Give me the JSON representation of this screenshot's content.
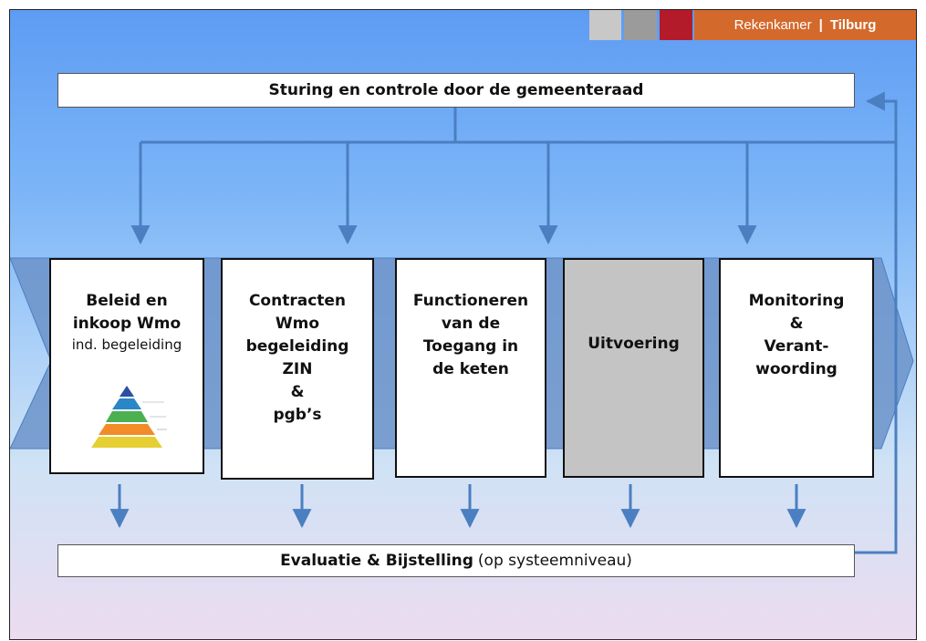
{
  "header": {
    "org": "Rekenkamer",
    "separator": "|",
    "city": "Tilburg",
    "swatch_colors": [
      "#c8c8c8",
      "#9b9b9b",
      "#b31b2a",
      "#d4692c"
    ]
  },
  "top_bar": "Sturing en controle door de gemeenteraad",
  "steps": [
    {
      "lines": [
        "Beleid en",
        "inkoop Wmo"
      ],
      "sub": "ind. begeleiding",
      "icon": "pyramid-icon"
    },
    {
      "lines": [
        "Contracten",
        "Wmo",
        "begeleiding",
        "ZIN",
        "&",
        "pgb’s"
      ]
    },
    {
      "lines": [
        "Functioneren",
        "van de",
        "Toegang in",
        "de keten"
      ]
    },
    {
      "lines": [
        "Uitvoering"
      ],
      "fill": "#c4c4c4"
    },
    {
      "lines": [
        "Monitoring",
        "&",
        "Verant-",
        "woording"
      ]
    }
  ],
  "bottom_bar": {
    "bold": "Evaluatie & Bijstelling",
    "normal": "(op systeemniveau)"
  },
  "colors": {
    "arrow": "#4a7fc1",
    "chevron_band": "#6c93c9"
  }
}
